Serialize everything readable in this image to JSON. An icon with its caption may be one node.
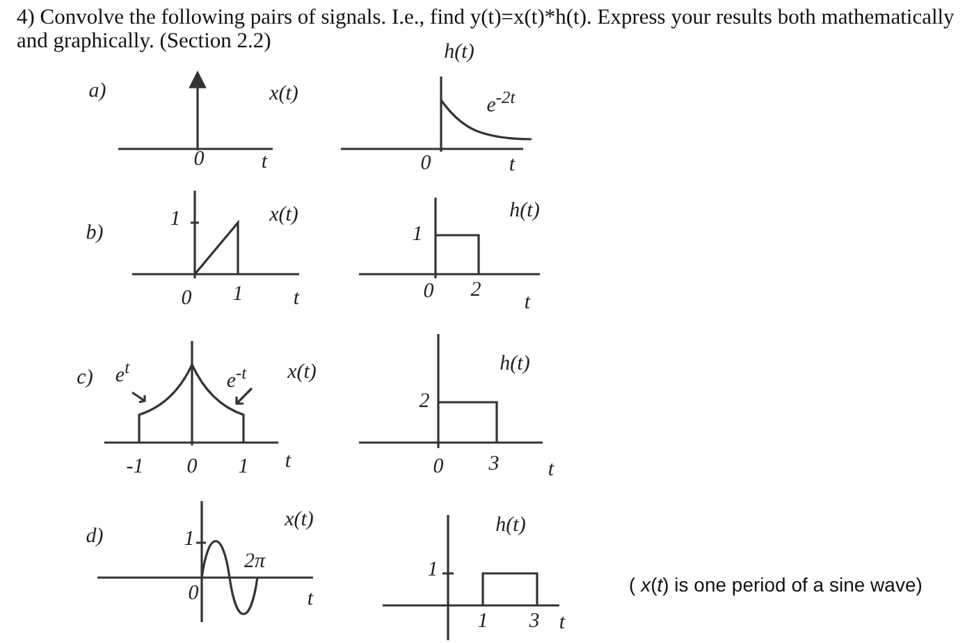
{
  "diagram": {
    "title": "4) Convolve the following pairs of signals. I.e., find y(t)=x(t)*h(t). Express your results both mathematically and graphically. (Section 2.2)",
    "labels": [
      "a)",
      "x(t)",
      "h(t)",
      "e$^{-2t}$",
      "0",
      "t",
      "0",
      "t",
      "b)",
      "1",
      "x(t)",
      "0",
      "1",
      "t",
      "1",
      "h(t)",
      "0",
      "2",
      "t",
      "c)",
      "e$^{t}$",
      "e$^{-t}$",
      "x(t)",
      "-1",
      "0",
      "1",
      "t",
      "2",
      "h(t)",
      "0",
      "3",
      "t",
      "d)",
      "1",
      "x(t)",
      "0",
      "2π",
      "t",
      "h(t)",
      "1",
      "1",
      "3",
      "t",
      "( *x*(*t*) is one period of a sine wave)"
    ]
  }
}
